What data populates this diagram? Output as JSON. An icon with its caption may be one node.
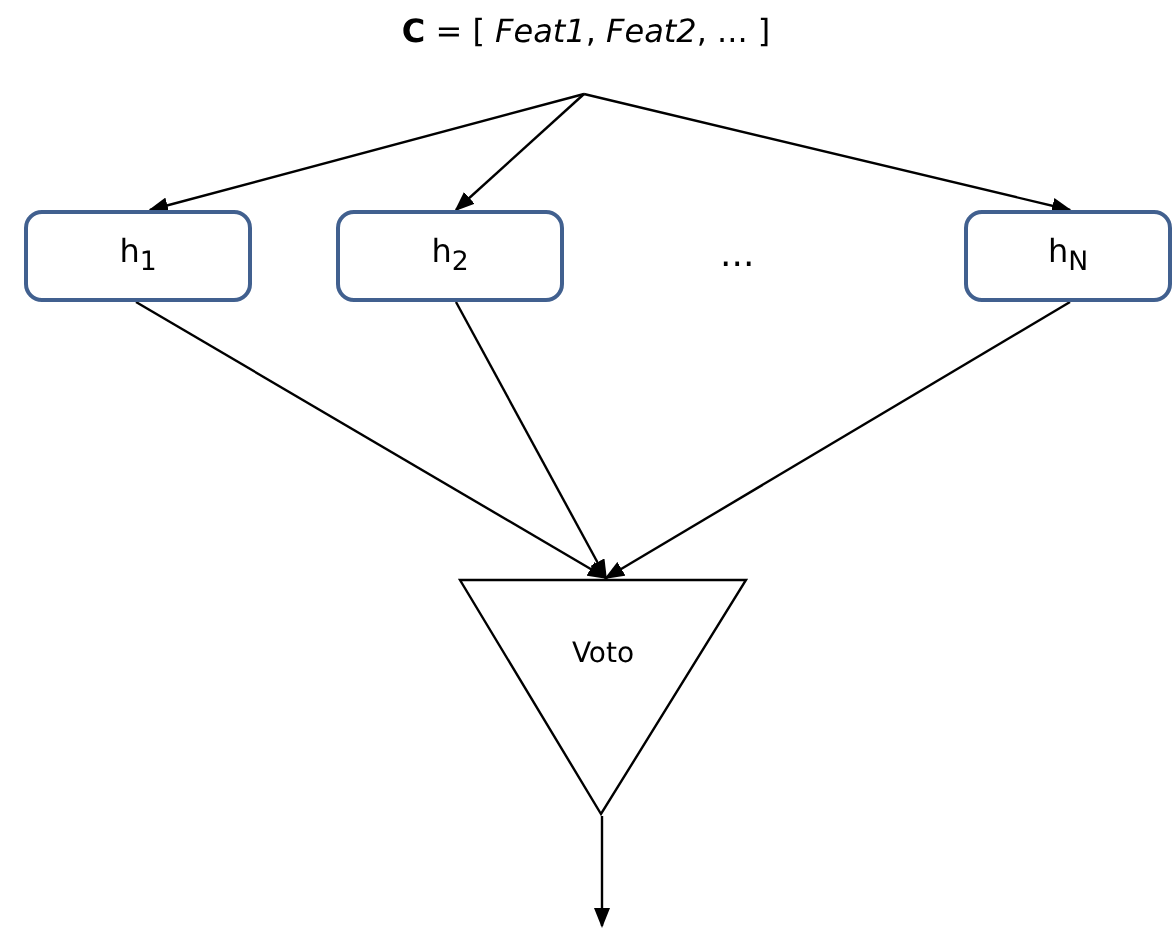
{
  "diagram": {
    "nodes": [
      {
        "text": [
          "**C** = [ *Feat1*, *Feat2*, ... ]"
        ]
      },
      {
        "text": [
          "h$_{1}$"
        ]
      },
      {
        "text": [
          "h$_{2}$"
        ]
      },
      {
        "text": [
          "h$_{N}$"
        ]
      },
      {
        "text": [
          "Voto"
        ]
      }
    ],
    "edges": [
      {
        "from": 0,
        "to": 1,
        "arrow": "to"
      },
      {
        "from": 0,
        "to": 2,
        "arrow": "to"
      },
      {
        "from": 0,
        "to": 3,
        "arrow": "to"
      },
      {
        "from": 1,
        "to": 4,
        "arrow": "to"
      },
      {
        "from": 2,
        "to": 4,
        "arrow": "to"
      },
      {
        "from": 3,
        "to": 4,
        "arrow": "to"
      },
      {
        "from": 4,
        "to": null,
        "arrow": "to"
      }
    ],
    "labels": [
      "..."
    ]
  }
}
